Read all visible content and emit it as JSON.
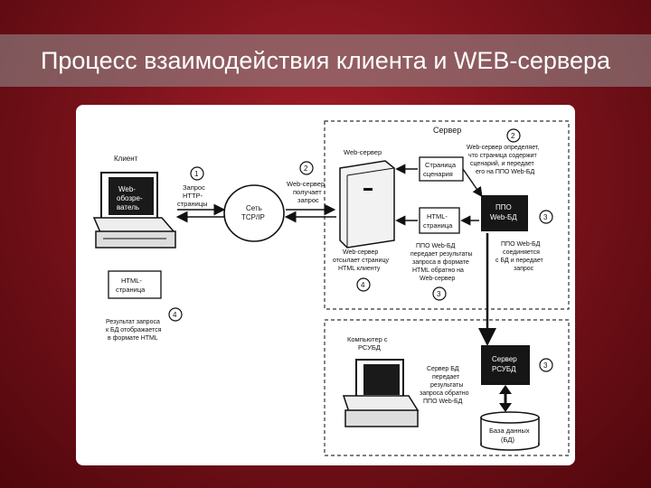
{
  "slide_title": "Процесс взаимодействия клиента и WEB-сервера",
  "colors": {
    "band": "#9a9a9a",
    "bg": "#8b1a22",
    "box_dark": "#161616"
  },
  "diagram": {
    "server_region_label": "Сервер",
    "client_label": "Клиент",
    "browser_screen": [
      "Web-",
      "обозре-",
      "ватель"
    ],
    "step1": {
      "num": "1",
      "lines": [
        "Запрос",
        "HTTP-",
        "страницы"
      ]
    },
    "step2": {
      "num": "2",
      "lines": [
        "Web-сервер",
        "получает",
        "запрос"
      ]
    },
    "network": [
      "Сеть",
      "TCP/IP"
    ],
    "webserver_label": "Web-сервер",
    "script_box": [
      "Страница",
      "сценария"
    ],
    "html_box": [
      "HTML-",
      "страница"
    ],
    "step2b": {
      "num": "2",
      "lines": [
        "Web-сервер определяет,",
        "что страница содержит",
        "сценарий, и передает",
        "его на ППО Web-БД"
      ]
    },
    "ppo_box": [
      "ППО",
      "Web-БД"
    ],
    "step3a": {
      "num": "3"
    },
    "ppo_desc": [
      "ППО Web-БД",
      "соединяется",
      "с БД и передает",
      "запрос"
    ],
    "step3b": {
      "num": "3",
      "lines": [
        "ППО Web-БД",
        "передает результаты",
        "запроса в формате",
        "HTML обратно на",
        "Web-сервер"
      ]
    },
    "step4a": {
      "num": "4",
      "lines": [
        "Web-сервер",
        "отсылает страницу",
        "HTML клиенту"
      ]
    },
    "client_html_box": [
      "HTML-",
      "страница"
    ],
    "step4b": {
      "num": "4",
      "lines": [
        "Результат запроса",
        "к БД отображается",
        "в формате HTML"
      ]
    },
    "dbms_computer_label": [
      "Компьютер с",
      "РСУБД"
    ],
    "dbms_server_box": [
      "Сервер",
      "РСУБД"
    ],
    "step3c": {
      "num": "3"
    },
    "db_server_desc": [
      "Сервер БД",
      "передает",
      "результаты",
      "запроса обратно",
      "ППО Web-БД"
    ],
    "database": [
      "База данных",
      "(БД)"
    ]
  }
}
